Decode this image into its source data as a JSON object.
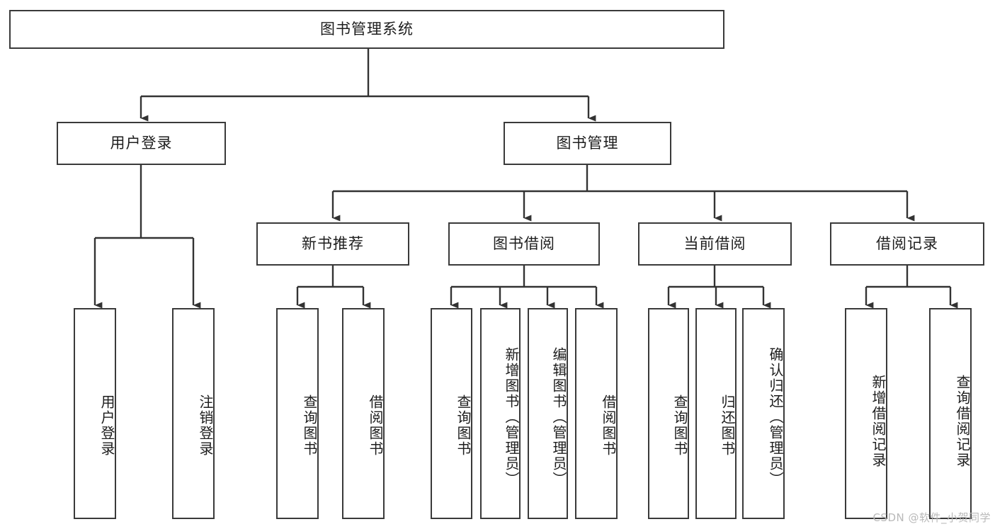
{
  "meta": {
    "title": "图书管理系统 功能结构图",
    "watermark": "CSDN @软件_小贺同学",
    "colors": {
      "background": "#ffffff",
      "box_border": "#3a3a3a",
      "box_fill": "#ffffff",
      "connector": "#333333",
      "text": "#1d1d1d",
      "watermark": "#b9b9b9"
    }
  },
  "chart_data": {
    "type": "diagram",
    "diagram_kind": "tree",
    "orientation": "top-down",
    "title": "图书管理系统",
    "root": {
      "label": "图书管理系统",
      "children": [
        {
          "label": "用户登录",
          "children": [
            {
              "label": "用户登录"
            },
            {
              "label": "注销登录"
            }
          ]
        },
        {
          "label": "图书管理",
          "children": [
            {
              "label": "新书推荐",
              "children": [
                {
                  "label": "查询图书"
                },
                {
                  "label": "借阅图书"
                }
              ]
            },
            {
              "label": "图书借阅",
              "children": [
                {
                  "label": "查询图书"
                },
                {
                  "label": "新增图书（管理员）"
                },
                {
                  "label": "编辑图书（管理员）"
                },
                {
                  "label": "借阅图书"
                }
              ]
            },
            {
              "label": "当前借阅",
              "children": [
                {
                  "label": "查询图书"
                },
                {
                  "label": "归还图书"
                },
                {
                  "label": "确认归还（管理员）"
                }
              ]
            },
            {
              "label": "借阅记录",
              "children": [
                {
                  "label": "新增借阅记录"
                },
                {
                  "label": "查询借阅记录"
                }
              ]
            }
          ]
        }
      ]
    }
  },
  "nodes": {
    "root": {
      "label": "图书管理系统"
    },
    "level1": {
      "user_login": {
        "label": "用户登录"
      },
      "book_manage": {
        "label": "图书管理"
      }
    },
    "level2": {
      "new_book_rec": {
        "label": "新书推荐"
      },
      "book_borrow": {
        "label": "图书借阅"
      },
      "current_borrow": {
        "label": "当前借阅"
      },
      "borrow_record": {
        "label": "借阅记录"
      }
    },
    "leaves": {
      "user_login_1": {
        "label": "用户登录"
      },
      "user_login_2": {
        "label": "注销登录"
      },
      "new_book_1": {
        "label": "查询图书"
      },
      "new_book_2": {
        "label": "借阅图书"
      },
      "borrow_1": {
        "label": "查询图书"
      },
      "borrow_2": {
        "label": "新增图书（管理员）"
      },
      "borrow_3": {
        "label": "编辑图书（管理员）"
      },
      "borrow_4": {
        "label": "借阅图书"
      },
      "current_1": {
        "label": "查询图书"
      },
      "current_2": {
        "label": "归还图书"
      },
      "current_3": {
        "label": "确认归还（管理员）"
      },
      "record_1": {
        "label": "新增借阅记录"
      },
      "record_2": {
        "label": "查询借阅记录"
      }
    }
  }
}
